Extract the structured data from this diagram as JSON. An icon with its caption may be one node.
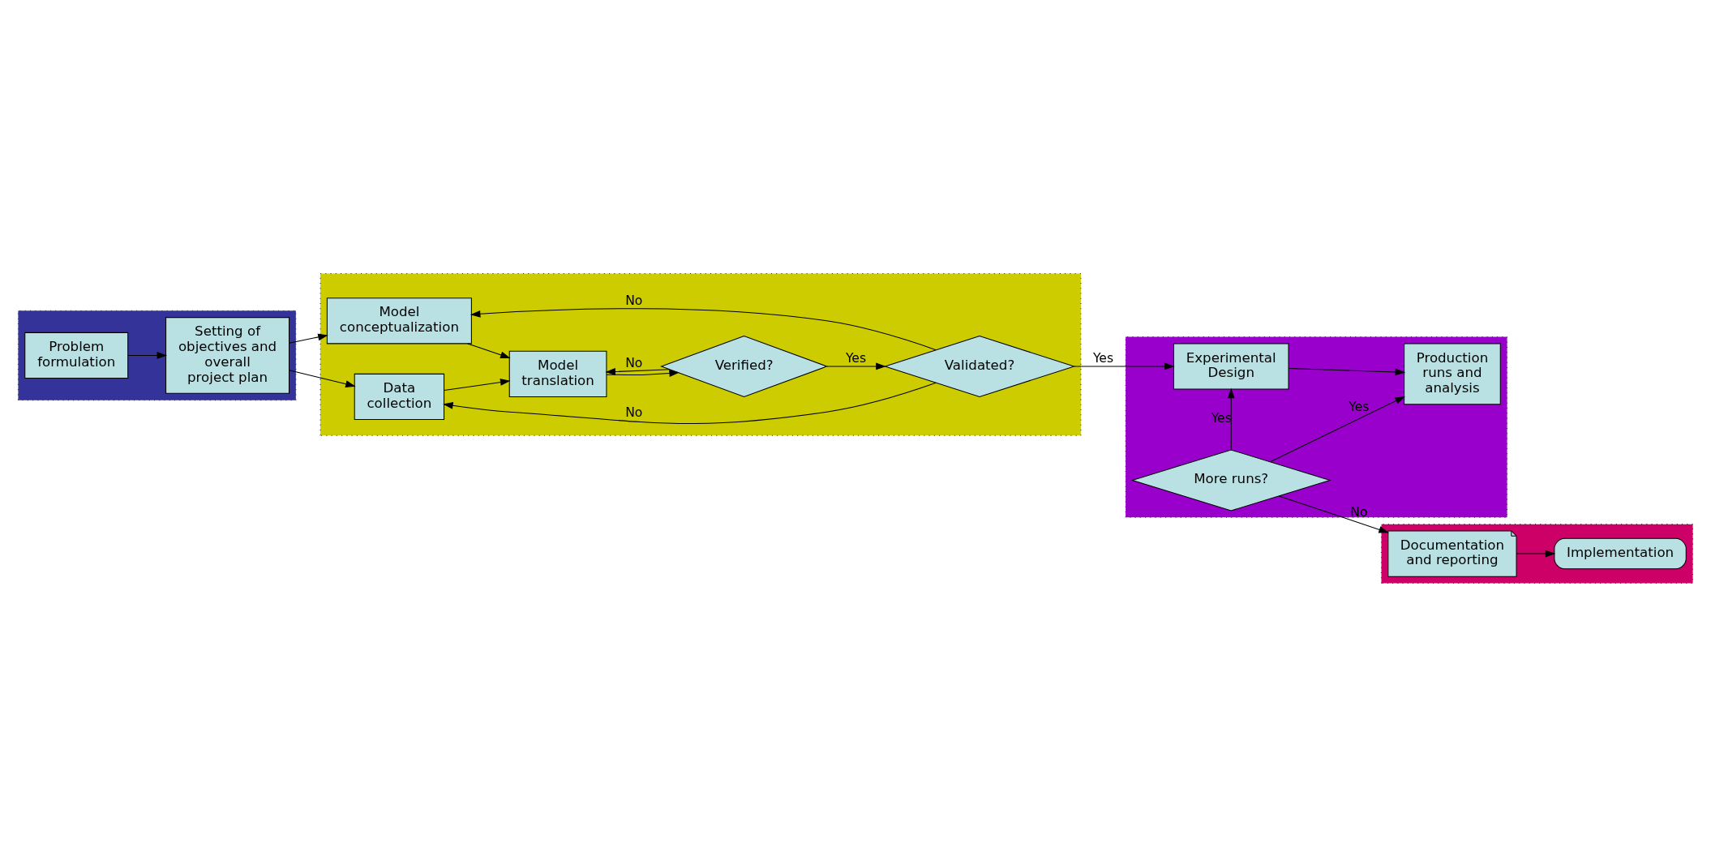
{
  "diagram": {
    "nodes": [
      {
        "text": [],
        "shape": "box"
      },
      {
        "text": [
          "Problem formulation"
        ],
        "in": 0
      },
      {
        "text": [
          "Setting of objectives and overall project plan"
        ],
        "in": 0
      },
      {
        "text": [],
        "shape": "box"
      },
      {
        "text": [
          "Model conceptualization"
        ],
        "in": 3
      },
      {
        "text": [
          "Model translation"
        ],
        "in": 3
      },
      {
        "text": [
          "Verified?"
        ],
        "in": 3
      },
      {
        "text": [
          "Validated?"
        ],
        "in": 3
      },
      {
        "text": [
          "Data collection"
        ],
        "in": 3
      },
      {
        "text": [],
        "shape": "box"
      },
      {
        "text": [
          "Experimental Design"
        ],
        "in": 9
      },
      {
        "text": [
          "Production runs and analysis"
        ],
        "in": 9
      },
      {
        "text": [
          "More runs?"
        ],
        "in": 9
      },
      {
        "text": [],
        "shape": "box"
      },
      {
        "text": [
          "Implementation"
        ],
        "in": 13
      },
      {
        "text": [
          "Documentation and reporting"
        ],
        "in": 13
      }
    ],
    "edges": [
      {
        "from": 1,
        "to": 2,
        "arrow": "to"
      },
      {
        "from": 2,
        "to": 4,
        "arrow": "to"
      },
      {
        "from": 2,
        "to": 8,
        "arrow": "to"
      },
      {
        "from": 4,
        "to": 5,
        "arrow": "to"
      },
      {
        "from": 8,
        "to": 5,
        "arrow": "to"
      },
      {
        "from": 5,
        "to": 6,
        "arrow": "to"
      },
      {
        "from": 6,
        "to": 7,
        "arrow": "to",
        "label": "Yes"
      },
      {
        "from": 6,
        "to": 5,
        "arrow": "to",
        "label": "No"
      },
      {
        "from": 7,
        "to": 4,
        "arrow": "to",
        "label": "No"
      },
      {
        "from": 7,
        "to": 8,
        "arrow": "to",
        "label": "No"
      },
      {
        "from": 7,
        "to": 10,
        "arrow": "to",
        "label": "Yes"
      },
      {
        "from": 10,
        "to": 11,
        "arrow": "to"
      },
      {
        "from": 12,
        "to": 11,
        "arrow": "to",
        "label": "Yes"
      },
      {
        "from": 12,
        "to": 10,
        "arrow": "to",
        "label": "Yes"
      },
      {
        "from": 12,
        "to": 15,
        "arrow": "to",
        "label": "No"
      },
      {
        "from": 15,
        "to": 14,
        "arrow": "to"
      }
    ]
  }
}
